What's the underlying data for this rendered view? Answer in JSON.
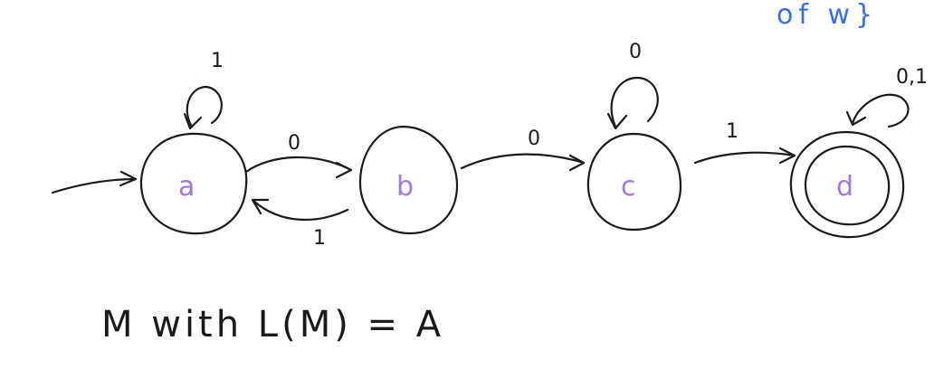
{
  "corner_note": "of w}",
  "states": [
    {
      "id": "a",
      "label": "a",
      "accepting": false,
      "start": true
    },
    {
      "id": "b",
      "label": "b",
      "accepting": false,
      "start": false
    },
    {
      "id": "c",
      "label": "c",
      "accepting": false,
      "start": false
    },
    {
      "id": "d",
      "label": "d",
      "accepting": true,
      "start": false
    }
  ],
  "transitions": [
    {
      "from": "a",
      "to": "a",
      "symbol": "1"
    },
    {
      "from": "a",
      "to": "b",
      "symbol": "0"
    },
    {
      "from": "b",
      "to": "a",
      "symbol": "1"
    },
    {
      "from": "b",
      "to": "c",
      "symbol": "0"
    },
    {
      "from": "c",
      "to": "c",
      "symbol": "0"
    },
    {
      "from": "c",
      "to": "d",
      "symbol": "1"
    },
    {
      "from": "d",
      "to": "d",
      "symbol": "0,1"
    }
  ],
  "caption": "M with L(M) = A",
  "colors": {
    "ink": "#1a1a1a",
    "state_label": "#a07ad8",
    "note": "#3a6fd8"
  }
}
